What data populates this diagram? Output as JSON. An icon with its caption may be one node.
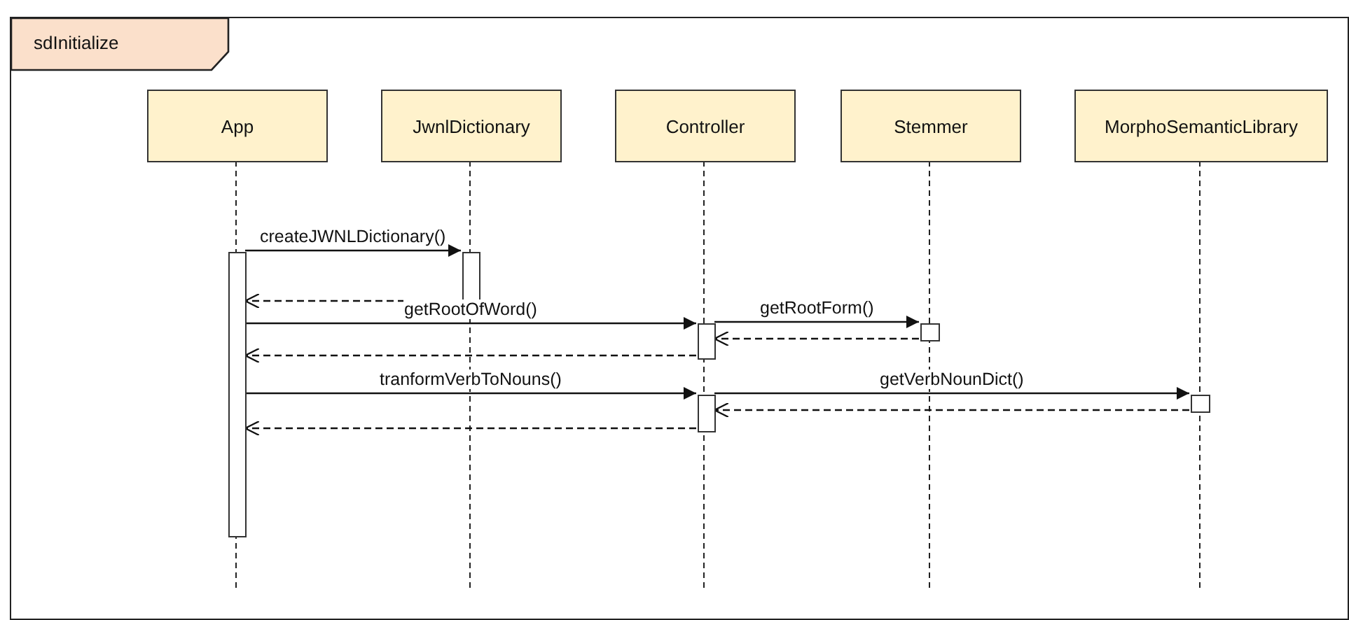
{
  "diagram": {
    "nodes": [
      {
        "text": [
          "sdInitialize"
        ]
      },
      {
        "text": [
          "App"
        ],
        "in": 0
      },
      {
        "text": [
          "JwnlDictionary"
        ],
        "in": 0
      },
      {
        "text": [
          "Controller"
        ],
        "in": 0
      },
      {
        "text": [
          "Stemmer"
        ],
        "in": 0
      },
      {
        "text": [
          "MorphoSemanticLibrary"
        ],
        "in": 0
      },
      {
        "text": [],
        "shape": "bar",
        "in": 0
      },
      {
        "text": [],
        "shape": "bar",
        "in": 0
      },
      {
        "text": [],
        "shape": "bar",
        "in": 0
      },
      {
        "text": [],
        "shape": "bar",
        "in": 0
      },
      {
        "text": [],
        "shape": "bar",
        "in": 0
      },
      {
        "text": [],
        "shape": "bar",
        "in": 0
      }
    ],
    "edges": [
      {
        "from": 6,
        "to": 7,
        "label": "createJWNLDictionary()",
        "arrow": "to"
      },
      {
        "from": 7,
        "to": 6,
        "arrow": "to",
        "style": "dashed"
      },
      {
        "from": 6,
        "to": 8,
        "label": "getRootOfWord()",
        "arrow": "to"
      },
      {
        "from": 8,
        "to": 9,
        "label": "getRootForm()",
        "arrow": "to"
      },
      {
        "from": 9,
        "to": 8,
        "arrow": "to",
        "style": "dashed"
      },
      {
        "from": 8,
        "to": 6,
        "arrow": "to",
        "style": "dashed"
      },
      {
        "from": 6,
        "to": 10,
        "label": "tranformVerbToNouns()",
        "arrow": "to"
      },
      {
        "from": 10,
        "to": 11,
        "label": "getVerbNounDict()",
        "arrow": "to"
      },
      {
        "from": 11,
        "to": 10,
        "arrow": "to",
        "style": "dashed"
      },
      {
        "from": 10,
        "to": 6,
        "arrow": "to",
        "style": "dashed"
      }
    ]
  }
}
